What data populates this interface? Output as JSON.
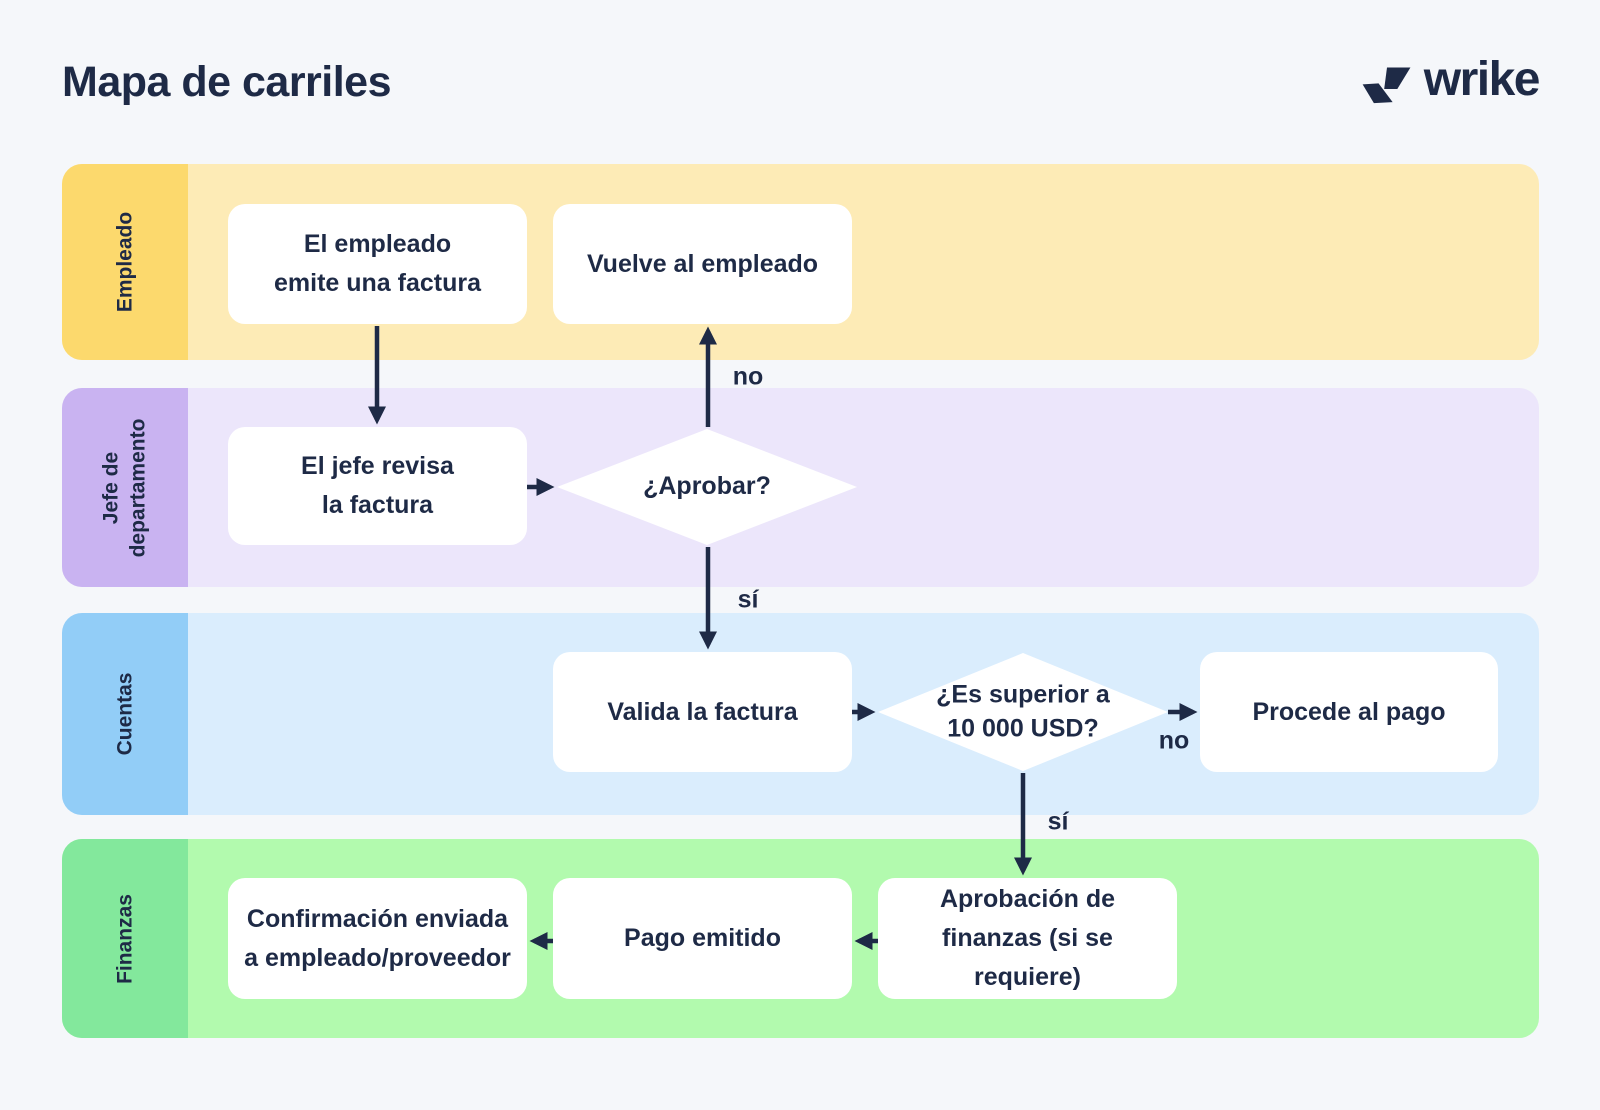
{
  "page": {
    "title": "Mapa de carriles",
    "background_color": "#F5F7FA",
    "ink_color": "#1E2A46"
  },
  "logo": {
    "text": "wrike",
    "icon": "wrike-check-icon",
    "color": "#1E2A46"
  },
  "lanes": [
    {
      "label": "Empleado",
      "label_color": "#FCD96D",
      "body_color": "#FDEBB6"
    },
    {
      "label": "Jefe de\ndepartamento",
      "label_color": "#C9B3F1",
      "body_color": "#ECE6FB"
    },
    {
      "label": "Cuentas",
      "label_color": "#92CDF7",
      "body_color": "#DAEDFD"
    },
    {
      "label": "Finanzas",
      "label_color": "#83E89C",
      "body_color": "#B2FAAE"
    }
  ],
  "nodes": {
    "emite": {
      "type": "process",
      "lane": "Empleado",
      "text": "El empleado\nemite una factura"
    },
    "vuelve": {
      "type": "process",
      "lane": "Empleado",
      "text": "Vuelve al empleado"
    },
    "revisa": {
      "type": "process",
      "lane": "Jefe de departamento",
      "text": "El jefe revisa\nla factura"
    },
    "aprobar": {
      "type": "decision",
      "lane": "Jefe de departamento",
      "text": "¿Aprobar?"
    },
    "valida": {
      "type": "process",
      "lane": "Cuentas",
      "text": "Valida la factura"
    },
    "superior": {
      "type": "decision",
      "lane": "Cuentas",
      "text": "¿Es superior a\n10 000 USD?"
    },
    "procede": {
      "type": "process",
      "lane": "Cuentas",
      "text": "Procede al pago"
    },
    "confirmacion": {
      "type": "process",
      "lane": "Finanzas",
      "text": "Confirmación enviada\na empleado/proveedor"
    },
    "pago": {
      "type": "process",
      "lane": "Finanzas",
      "text": "Pago emitido"
    },
    "aprobacion": {
      "type": "process",
      "lane": "Finanzas",
      "text": "Aprobación de\nfinanzas (si se requiere)"
    }
  },
  "edges": [
    {
      "from": "emite",
      "to": "revisa",
      "label": ""
    },
    {
      "from": "revisa",
      "to": "aprobar",
      "label": ""
    },
    {
      "from": "aprobar",
      "to": "vuelve",
      "label": "no"
    },
    {
      "from": "aprobar",
      "to": "valida",
      "label": "sí"
    },
    {
      "from": "valida",
      "to": "superior",
      "label": ""
    },
    {
      "from": "superior",
      "to": "procede",
      "label": "no"
    },
    {
      "from": "superior",
      "to": "aprobacion",
      "label": "sí"
    },
    {
      "from": "aprobacion",
      "to": "pago",
      "label": ""
    },
    {
      "from": "pago",
      "to": "confirmacion",
      "label": ""
    }
  ]
}
